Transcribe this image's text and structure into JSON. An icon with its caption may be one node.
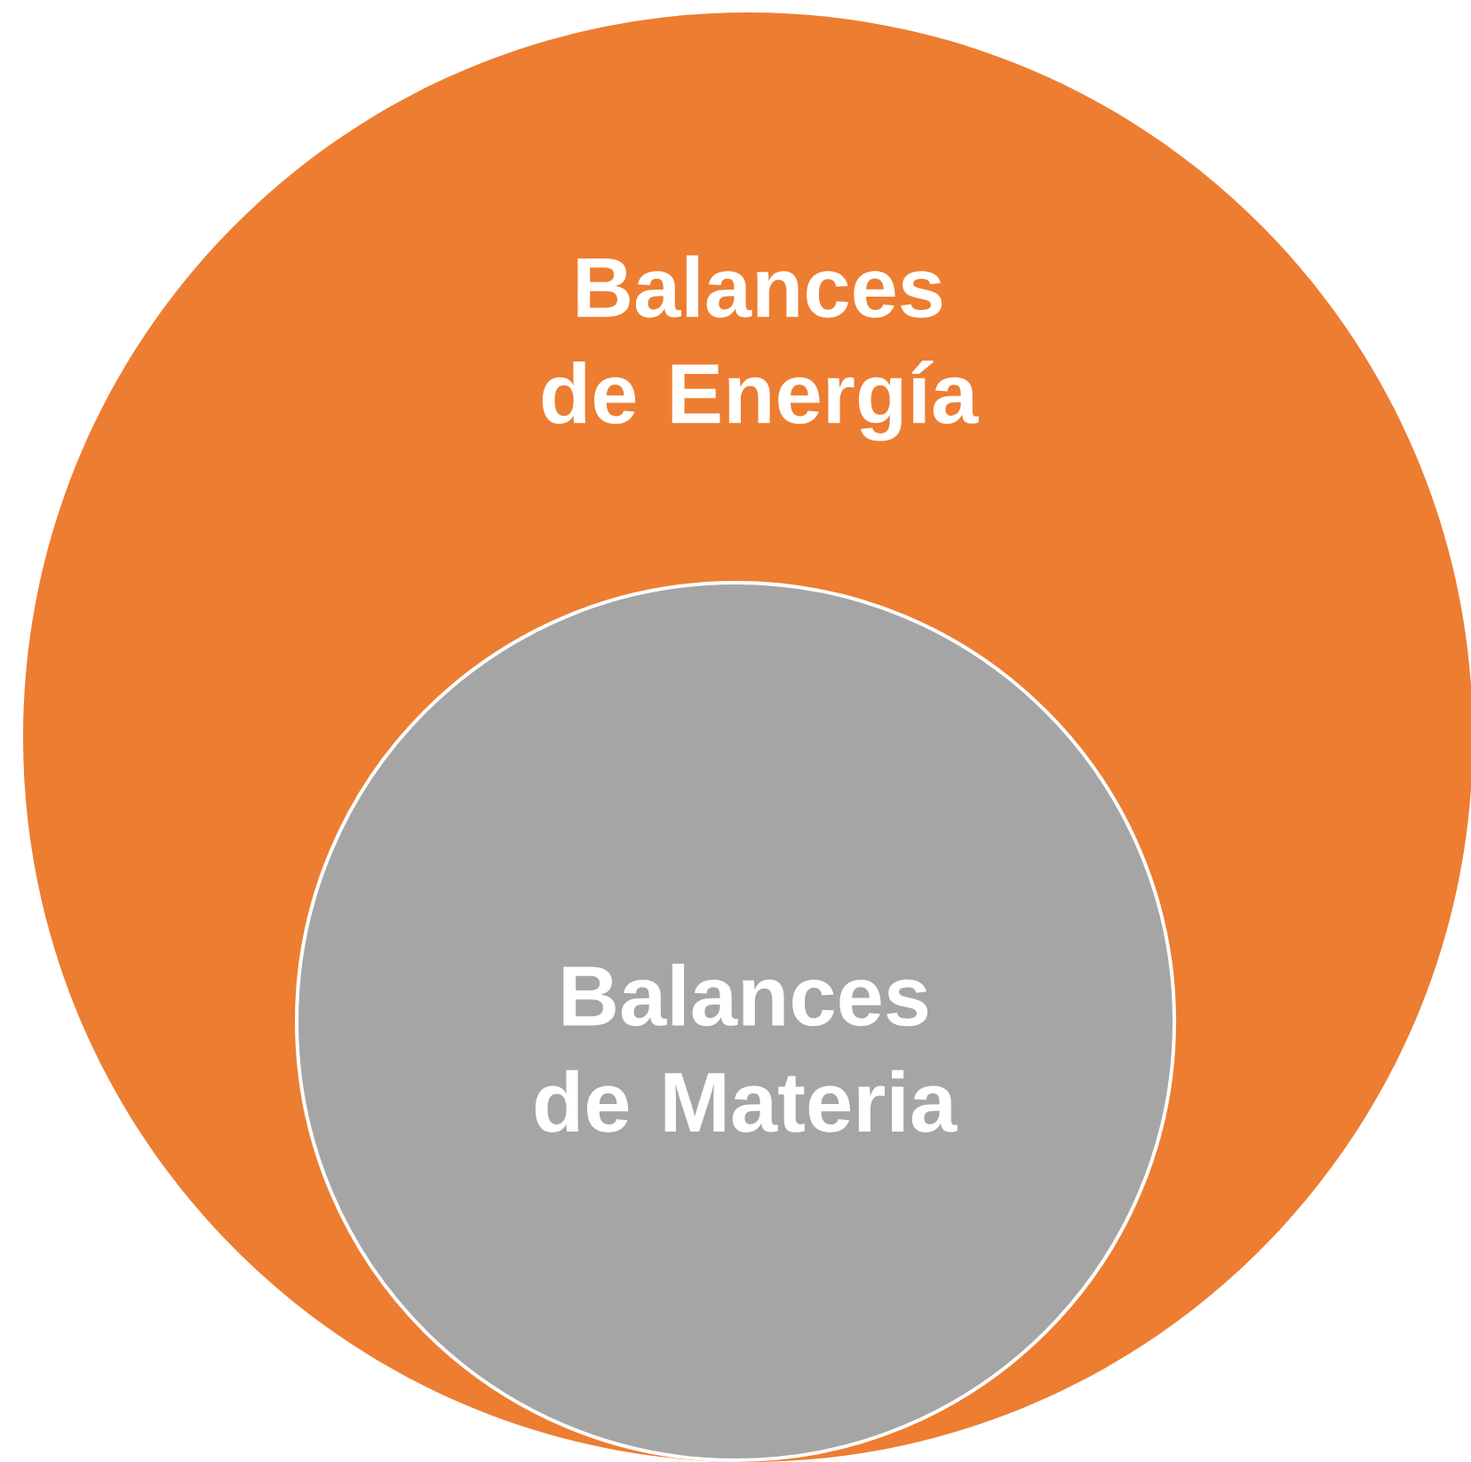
{
  "diagram": {
    "nodes": [
      {
        "text": [
          "Balances de Energía"
        ]
      },
      {
        "text": [
          "Balances de Materia"
        ],
        "in": 0
      }
    ]
  }
}
